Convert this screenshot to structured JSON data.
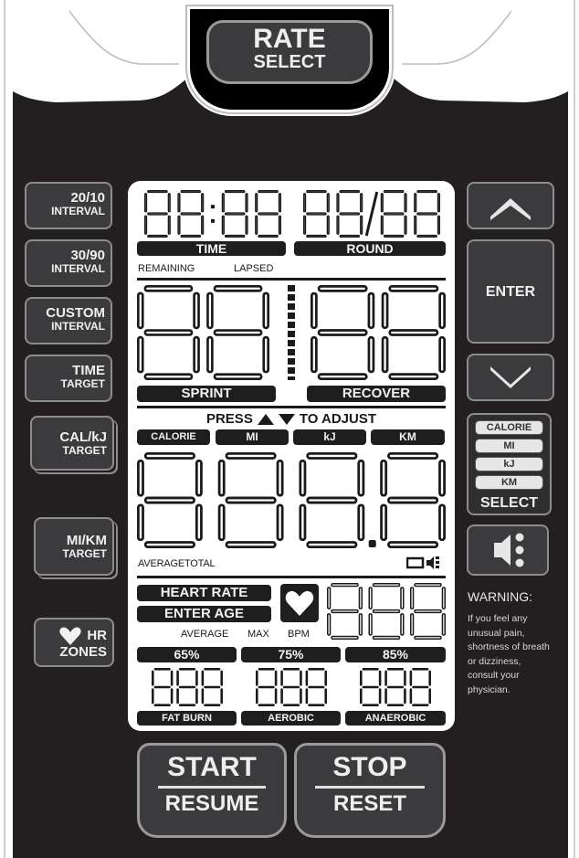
{
  "header": {
    "rate_select": {
      "line1": "RATE",
      "line2": "SELECT"
    }
  },
  "left_buttons": [
    {
      "line1": "20/10",
      "line2": "INTERVAL"
    },
    {
      "line1": "30/90",
      "line2": "INTERVAL"
    },
    {
      "line1": "CUSTOM",
      "line2": "INTERVAL"
    },
    {
      "line1": "TIME",
      "line2": "TARGET"
    },
    {
      "line1": "CAL/kJ",
      "line2": "TARGET"
    },
    {
      "line1": "MI/KM",
      "line2": "TARGET"
    },
    {
      "line1": "HR",
      "line2": "ZONES",
      "icon": "heart-icon"
    }
  ],
  "right_buttons": {
    "up": {
      "icon": "chevron-up-icon"
    },
    "enter": {
      "label": "ENTER"
    },
    "down": {
      "icon": "chevron-down-icon"
    },
    "unit_select": {
      "options": [
        "CALORIE",
        "MI",
        "kJ",
        "KM"
      ],
      "label": "SELECT"
    },
    "sound": {
      "icon": "speaker-icon"
    }
  },
  "warning": {
    "title": "WARNING:",
    "body": "If you feel any unusual pain, shortness of breath or dizziness, consult your physician."
  },
  "lcd": {
    "time_digits": "88:88",
    "round_digits": "88/88",
    "time_label": "TIME",
    "round_label": "ROUND",
    "remaining": "REMAINING",
    "lapsed": "LAPSED",
    "interval_digits": "88|88",
    "sprint_label": "SPRINT",
    "recover_label": "RECOVER",
    "press_text": "PRESS",
    "adjust_text": "TO ADJUST",
    "unit_labels": [
      "CALORIE",
      "MI",
      "kJ",
      "KM"
    ],
    "main_digits": "888.8",
    "average_total": "AVERAGETOTAL",
    "heart_rate_label": "HEART RATE",
    "enter_age_label": "ENTER AGE",
    "average": "AVERAGE",
    "max": "MAX",
    "bpm": "BPM",
    "hr_digits": "888",
    "zones": [
      {
        "pct": "65%",
        "digits": "888",
        "name": "FAT BURN"
      },
      {
        "pct": "75%",
        "digits": "888",
        "name": "AEROBIC"
      },
      {
        "pct": "85%",
        "digits": "888",
        "name": "ANAEROBIC"
      }
    ]
  },
  "bottom_buttons": {
    "start": {
      "line1": "START",
      "line2": "RESUME"
    },
    "stop": {
      "line1": "STOP",
      "line2": "RESET"
    }
  }
}
